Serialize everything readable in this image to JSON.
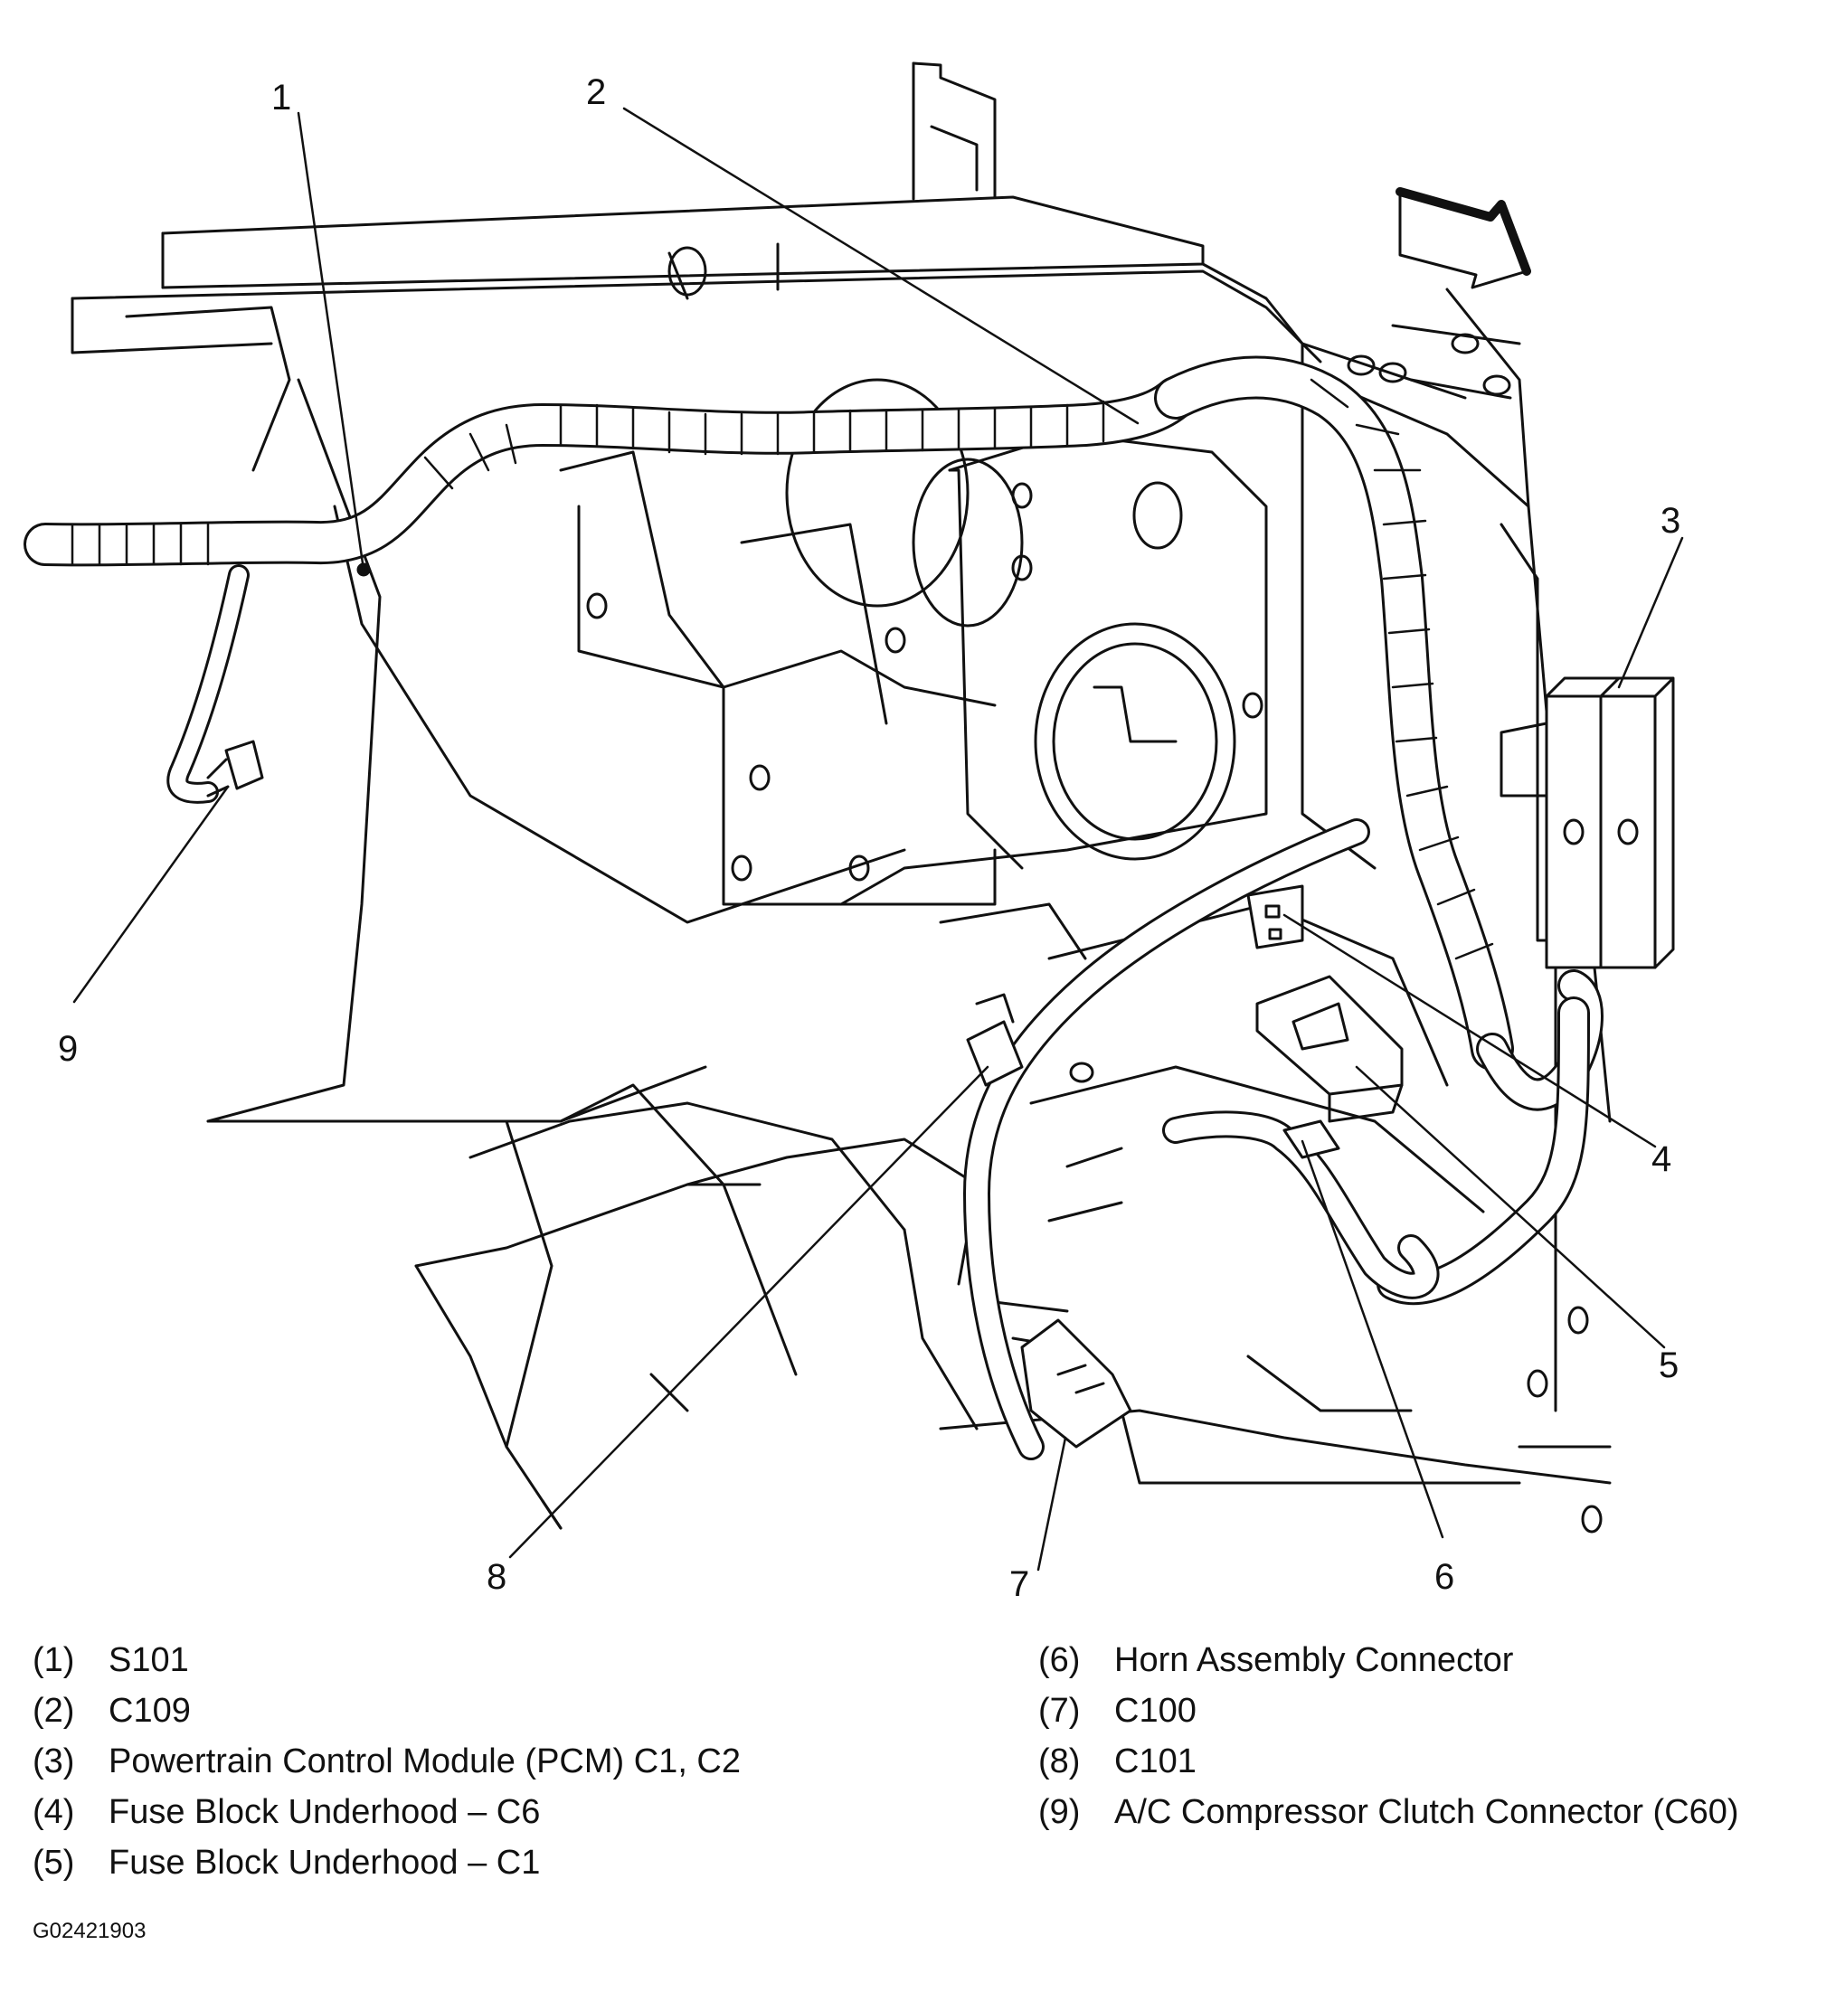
{
  "callouts": [
    "1",
    "2",
    "3",
    "4",
    "5",
    "6",
    "7",
    "8",
    "9"
  ],
  "legend": [
    {
      "num": "(1)",
      "label": "S101"
    },
    {
      "num": "(2)",
      "label": "C109"
    },
    {
      "num": "(3)",
      "label": "Powertrain Control Module (PCM) C1, C2"
    },
    {
      "num": "(4)",
      "label": "Fuse Block Underhood – C6"
    },
    {
      "num": "(5)",
      "label": "Fuse Block Underhood – C1"
    },
    {
      "num": "(6)",
      "label": "Horn Assembly Connector"
    },
    {
      "num": "(7)",
      "label": "C100"
    },
    {
      "num": "(8)",
      "label": "C101"
    },
    {
      "num": "(9)",
      "label": "A/C Compressor Clutch Connector (C60)"
    }
  ],
  "figure_id": "G02421903",
  "colors": {
    "ink": "#111111",
    "background": "#ffffff"
  }
}
